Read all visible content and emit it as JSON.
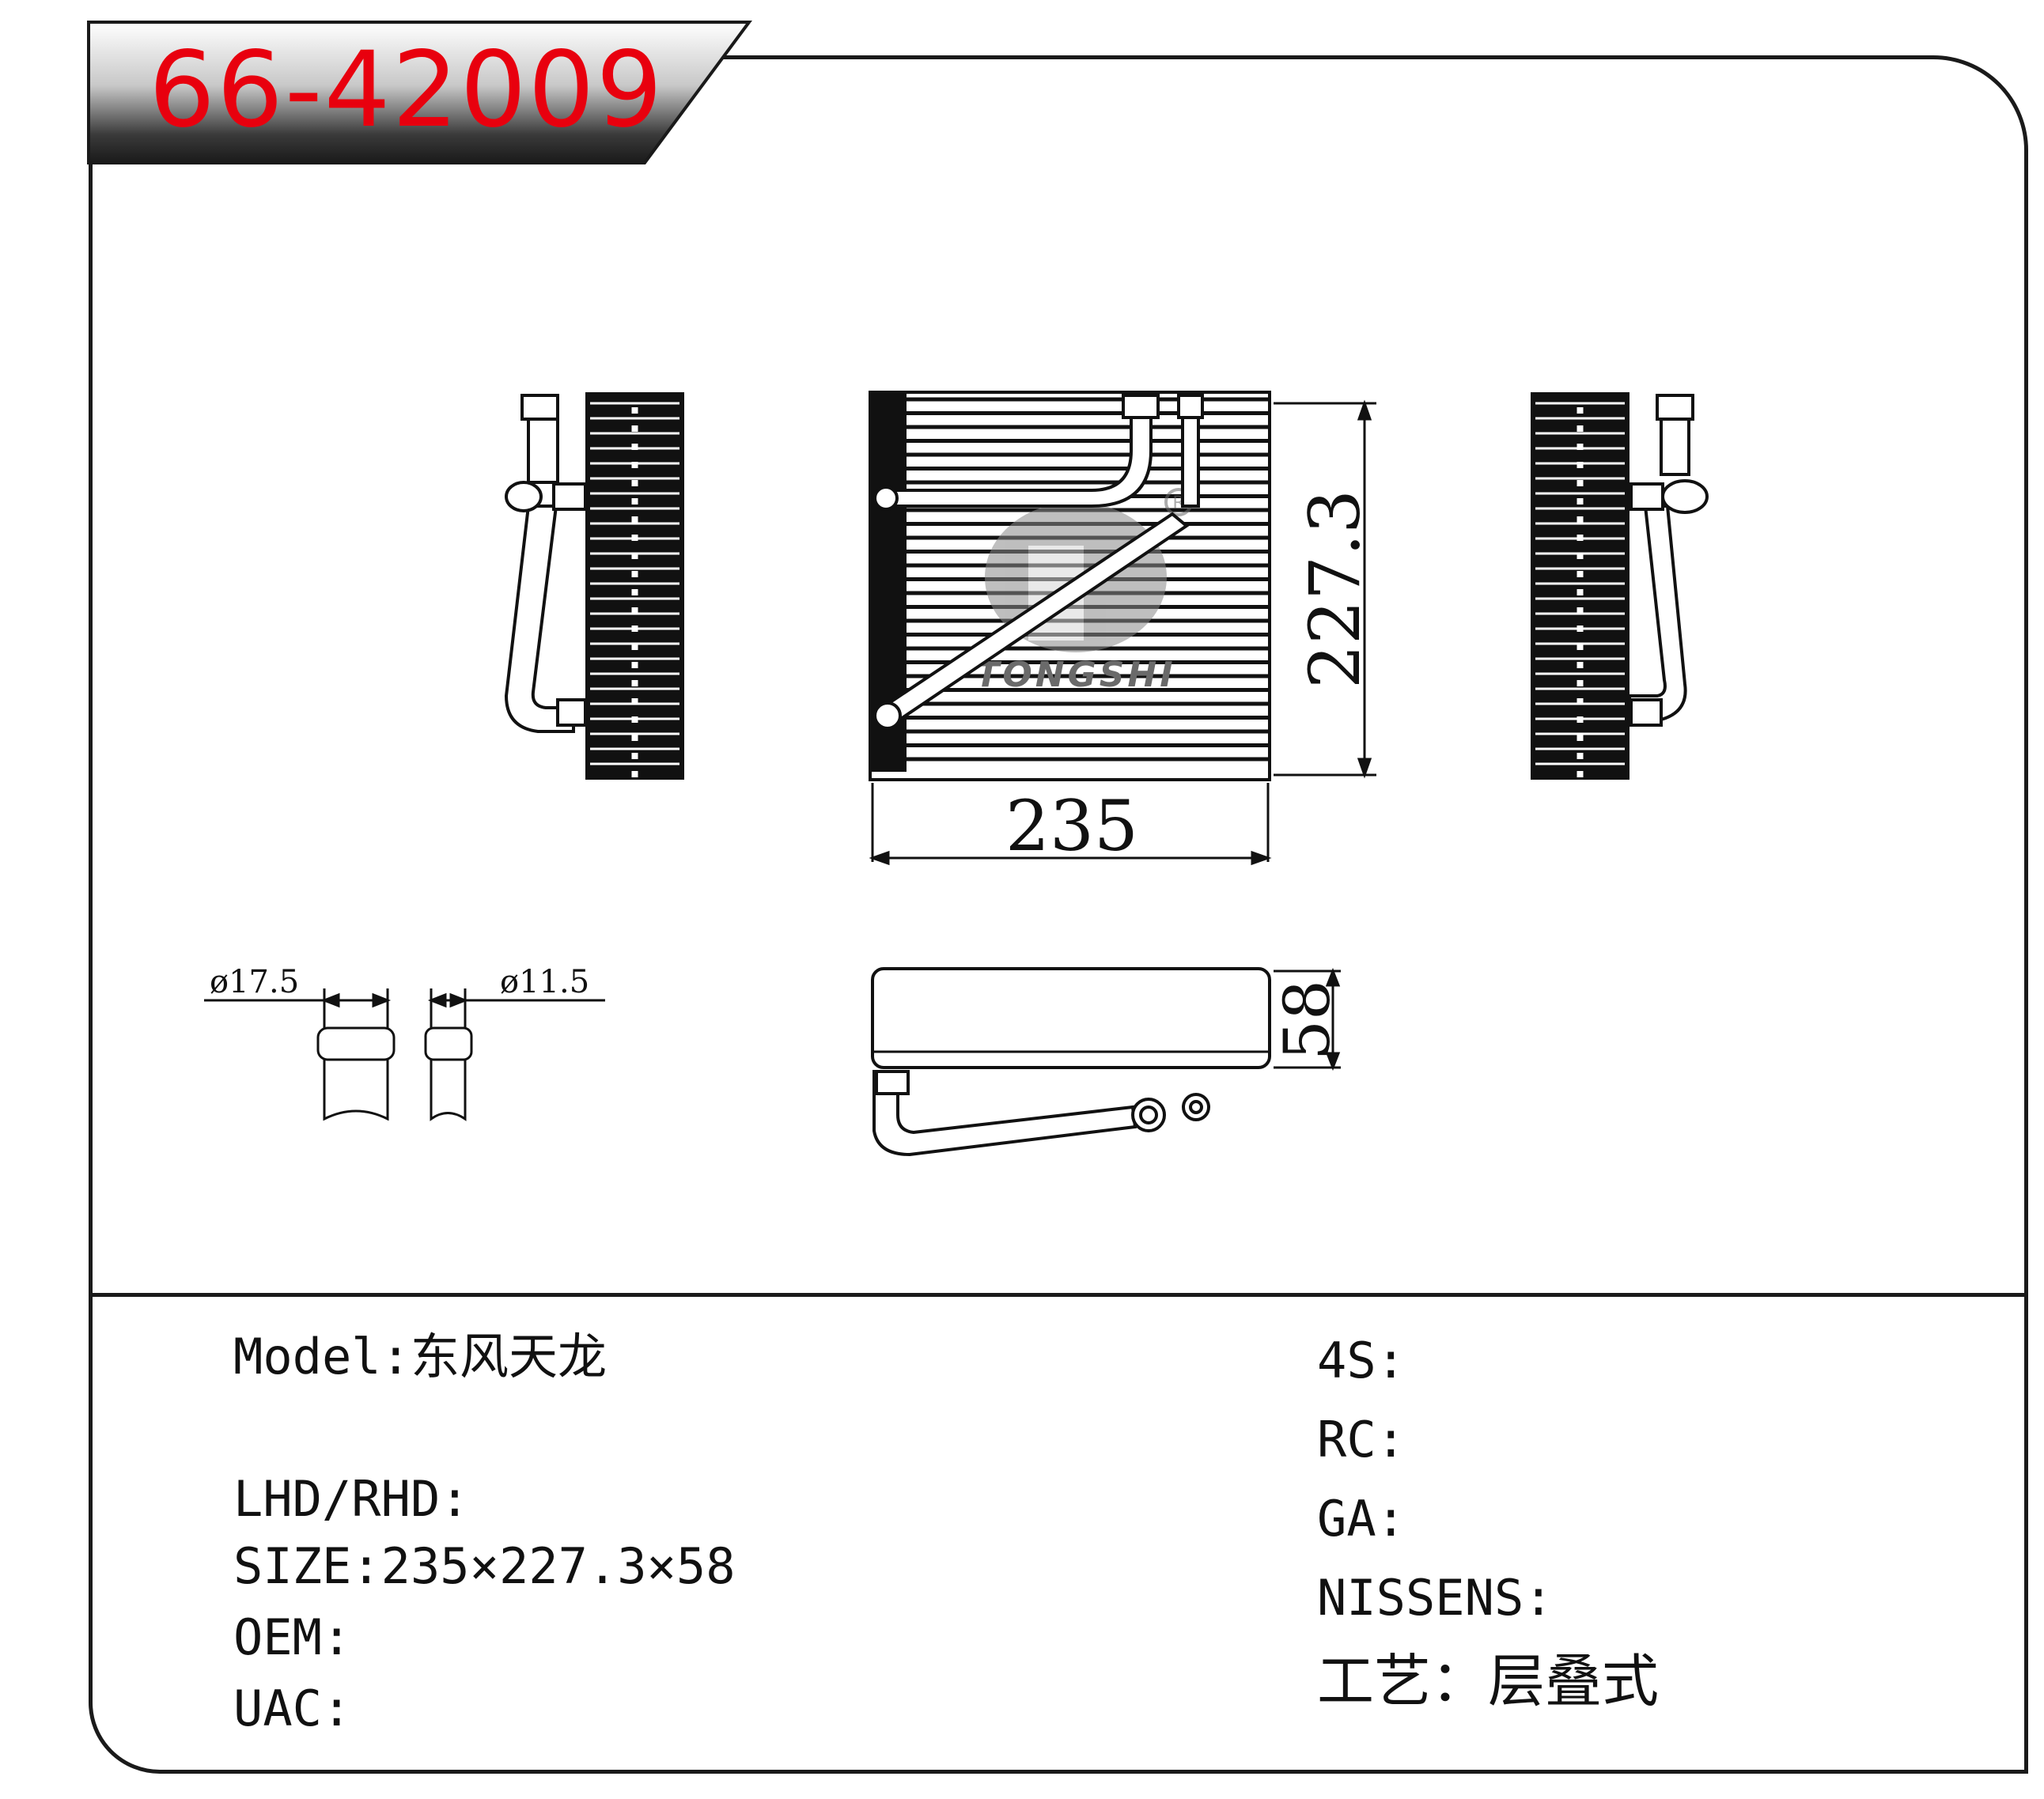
{
  "part_number": "66-42009",
  "watermark": "TONGSHI",
  "dimensions": {
    "width": "235",
    "height": "227.3",
    "depth": "58",
    "pipe_large": "ø17.5",
    "pipe_small": "ø11.5"
  },
  "specs_left": [
    {
      "label": "Model:",
      "value": "东风天龙"
    },
    {
      "label": "LHD/RHD:",
      "value": ""
    },
    {
      "label": "SIZE:",
      "value": "235×227.3×58"
    },
    {
      "label": "OEM:",
      "value": ""
    },
    {
      "label": "UAC:",
      "value": ""
    }
  ],
  "specs_right": [
    {
      "label": "4S:",
      "value": ""
    },
    {
      "label": "RC:",
      "value": ""
    },
    {
      "label": "GA:",
      "value": ""
    },
    {
      "label": "NISSENS:",
      "value": ""
    },
    {
      "label": "工艺：",
      "value": "层叠式"
    }
  ],
  "colors": {
    "accent": "#e8000e",
    "line": "#1a1a1a"
  }
}
